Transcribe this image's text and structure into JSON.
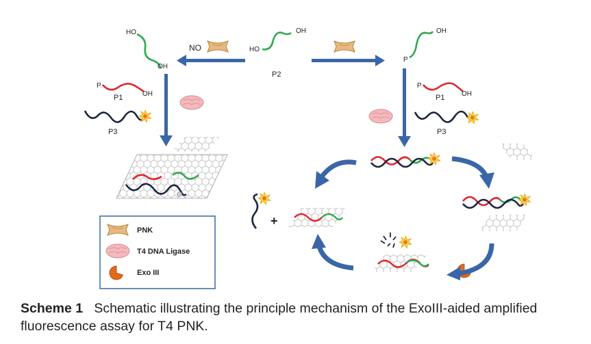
{
  "labels": {
    "p2": "P2",
    "p1": "P1",
    "p3": "P3",
    "ho": "HO",
    "oh": "OH",
    "p": "P",
    "no": "NO"
  },
  "legend": {
    "pnk": "PNK",
    "ligase": "T4 DNA Ligase",
    "exo": "Exo III"
  },
  "caption": {
    "label": "Scheme 1",
    "text": "Schematic illustrating the principle mechanism of the ExoIII-aided amplified fluorescence assay for T4 PNK."
  },
  "colors": {
    "arrow": "#3a66a8",
    "red": "#e0262b",
    "green": "#2fa84f",
    "navy": "#1c2440",
    "pnk": "#e8b97e",
    "ligase": "#f2b0b4",
    "exo": "#e06a1c",
    "star": "#f4d21a",
    "graphene": "#9a9a9a"
  }
}
